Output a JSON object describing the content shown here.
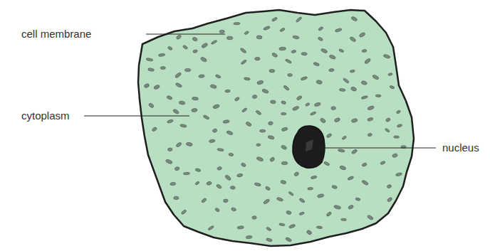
{
  "diagram": {
    "labels": [
      "cell membrane",
      "cytoplasm",
      "nucleus"
    ]
  }
}
